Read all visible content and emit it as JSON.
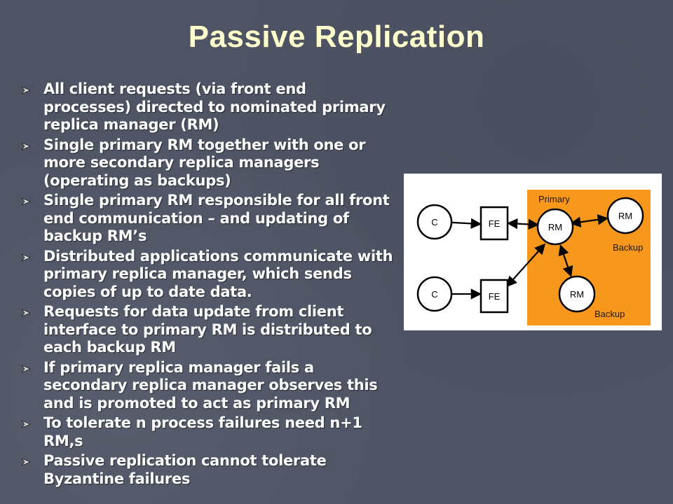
{
  "slide": {
    "title": "Passive Replication",
    "bullets": [
      "All client requests (via front end processes) directed to nominated primary replica manager (RM)",
      "Single primary RM together with one or more secondary replica managers (operating as backups)",
      "Single primary RM responsible for all front end communication – and updating of backup RM’s",
      "Distributed applications communicate with primary replica manager, which sends copies of up to date data.",
      "Requests for data update from client interface to primary RM is distributed to each backup RM",
      "If primary replica manager fails a secondary replica manager observes this and is promoted to act as primary RM",
      "To tolerate n process failures need n+1 RM,s",
      "Passive replication cannot tolerate Byzantine failures"
    ]
  },
  "diagram": {
    "region_label_primary": "Primary",
    "client1": "C",
    "client2": "C",
    "fe1": "FE",
    "fe2": "FE",
    "rm_primary": "RM",
    "rm_backup1": "RM",
    "rm_backup2": "RM",
    "backup_label1": "Backup",
    "backup_label2": "Backup"
  },
  "colors": {
    "background": "#4e5464",
    "title": "#ffffcc",
    "text": "#ffffff",
    "primary_region": "#f7981d"
  }
}
